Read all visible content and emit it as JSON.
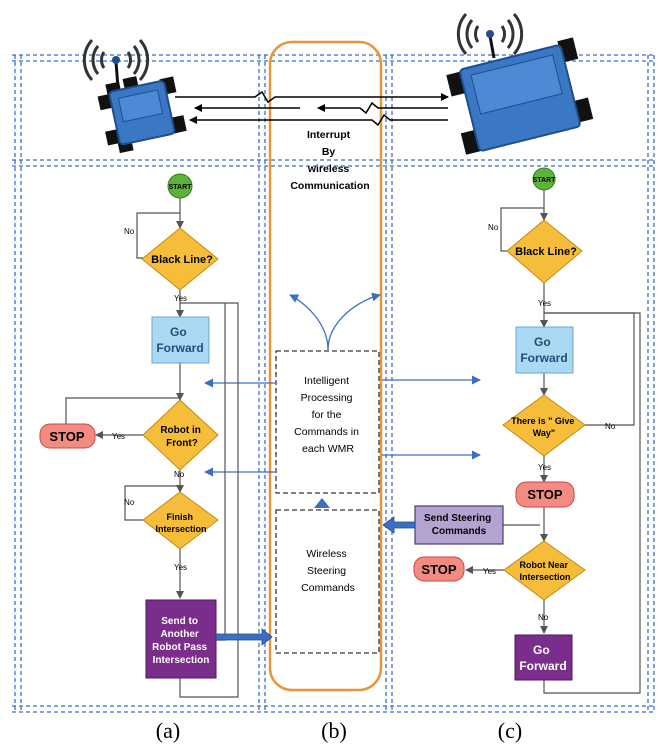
{
  "panel_a": {
    "start": "START",
    "black_line": "Black Line?",
    "no1": "No",
    "yes1": "Yes",
    "go_forward": [
      "Go",
      "Forward"
    ],
    "robot_front": [
      "Robot in",
      "Front?"
    ],
    "stop": "STOP",
    "yes2": "Yes",
    "no2": "No",
    "finish": [
      "Finish",
      "Intersection"
    ],
    "no3": "No",
    "yes3": "Yes",
    "send": [
      "Send to",
      "Another",
      "Robot Pass",
      "Intersection"
    ]
  },
  "panel_b": {
    "interrupt": [
      "Interrupt",
      "By",
      "wireless",
      "Communication"
    ],
    "intelligent": [
      "Intelligent",
      "Processing",
      "for the",
      "Commands in",
      "each WMR"
    ],
    "wireless": [
      "Wireless",
      "Steering",
      "Commands"
    ]
  },
  "panel_c": {
    "start": "START",
    "black_line": "Black Line?",
    "no1": "No",
    "yes1": "Yes",
    "go_forward": [
      "Go",
      "Forward"
    ],
    "give_way": [
      "There is \" Give",
      "Way\""
    ],
    "no2": "No",
    "yes2": "Yes",
    "stop": "STOP",
    "send_steering": [
      "Send Steering",
      "Commands"
    ],
    "robot_near": [
      "Robot Near",
      "Intersection"
    ],
    "stop2": "STOP",
    "yes3": "Yes",
    "no3": "No",
    "go_forward2": [
      "Go",
      "Forward"
    ]
  },
  "captions": [
    "(a)",
    "(b)",
    "(c)"
  ],
  "colors": {
    "start": "#5cb338",
    "decision": "#f6bd3a",
    "process": "#a9d9f3",
    "stop": "#f28b81",
    "send": "#7b2d8b",
    "steer": "#b3a3d0",
    "robot": "#3a78c5",
    "frame": "#e8963c",
    "dash": "#3a6fc4"
  }
}
